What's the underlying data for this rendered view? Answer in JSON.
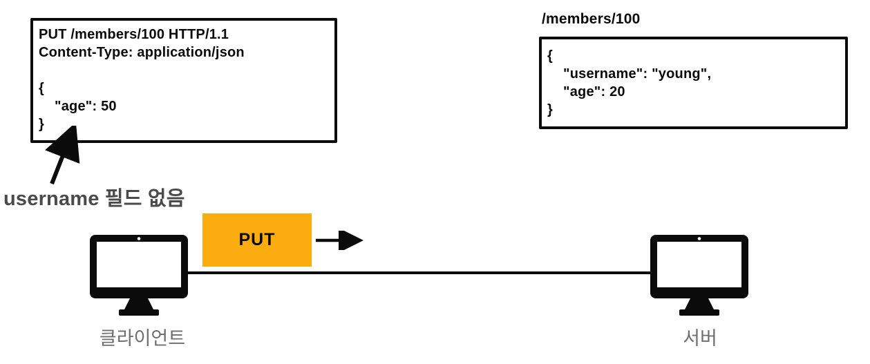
{
  "diagram": {
    "request_box": {
      "lines": [
        "PUT /members/100 HTTP/1.1",
        "Content-Type: application/json",
        "",
        "{",
        "    \"age\": 50",
        "}"
      ]
    },
    "annotation": {
      "text": "username 필드 없음"
    },
    "resource": {
      "path_label": "/members/100",
      "lines": [
        "{",
        "    \"username\": \"young\",",
        "    \"age\": 20",
        "}"
      ]
    },
    "message": {
      "label": "PUT"
    },
    "client": {
      "label": "클라이언트"
    },
    "server": {
      "label": "서버"
    },
    "colors": {
      "message_bg": "#FBAC0F",
      "annotation_text": "#4A4A4A",
      "node_label_text": "#6E6E6E",
      "ink": "#0B0B0B"
    }
  }
}
